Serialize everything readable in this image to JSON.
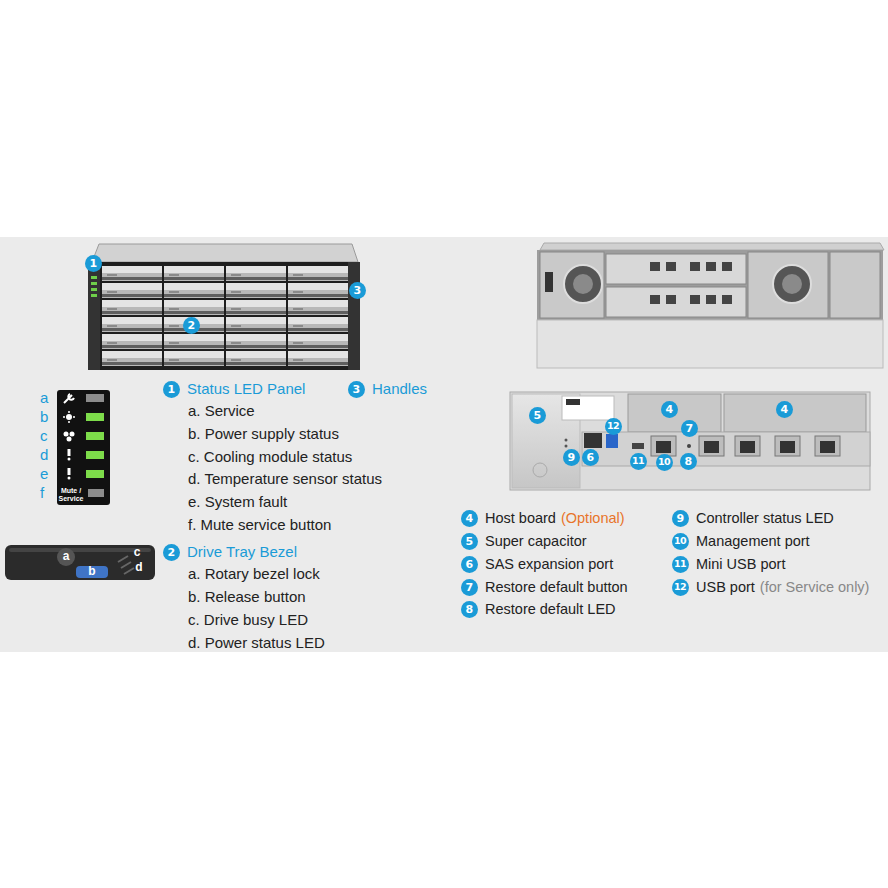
{
  "diagram": {
    "labels": [
      "1",
      "3",
      "2",
      "5",
      "12",
      "4",
      "7",
      "4",
      "9",
      "6",
      "11",
      "10",
      "8",
      "a",
      "b",
      "c",
      "d",
      "e",
      "f",
      "Mute / Service",
      "1",
      "Status LED Panel",
      "3",
      "Handles",
      "a. Service",
      "b. Power supply status",
      "c. Cooling module status",
      "d. Temperature sensor status",
      "e. System fault",
      "f. Mute service button",
      "a",
      "b",
      "c",
      "d",
      "2",
      "Drive Tray Bezel",
      "a. Rotary bezel lock",
      "b. Release button",
      "c. Drive busy LED",
      "d. Power status LED",
      "4",
      "Host board",
      "(Optional)",
      "5",
      "Super capacitor",
      "6",
      "SAS expansion port",
      "7",
      "Restore default button",
      "8",
      "Restore default LED",
      "9",
      "Controller status LED",
      "10",
      "Management port",
      "11",
      "Mini USB port",
      "12",
      "USB port",
      "(for Service only)"
    ]
  }
}
